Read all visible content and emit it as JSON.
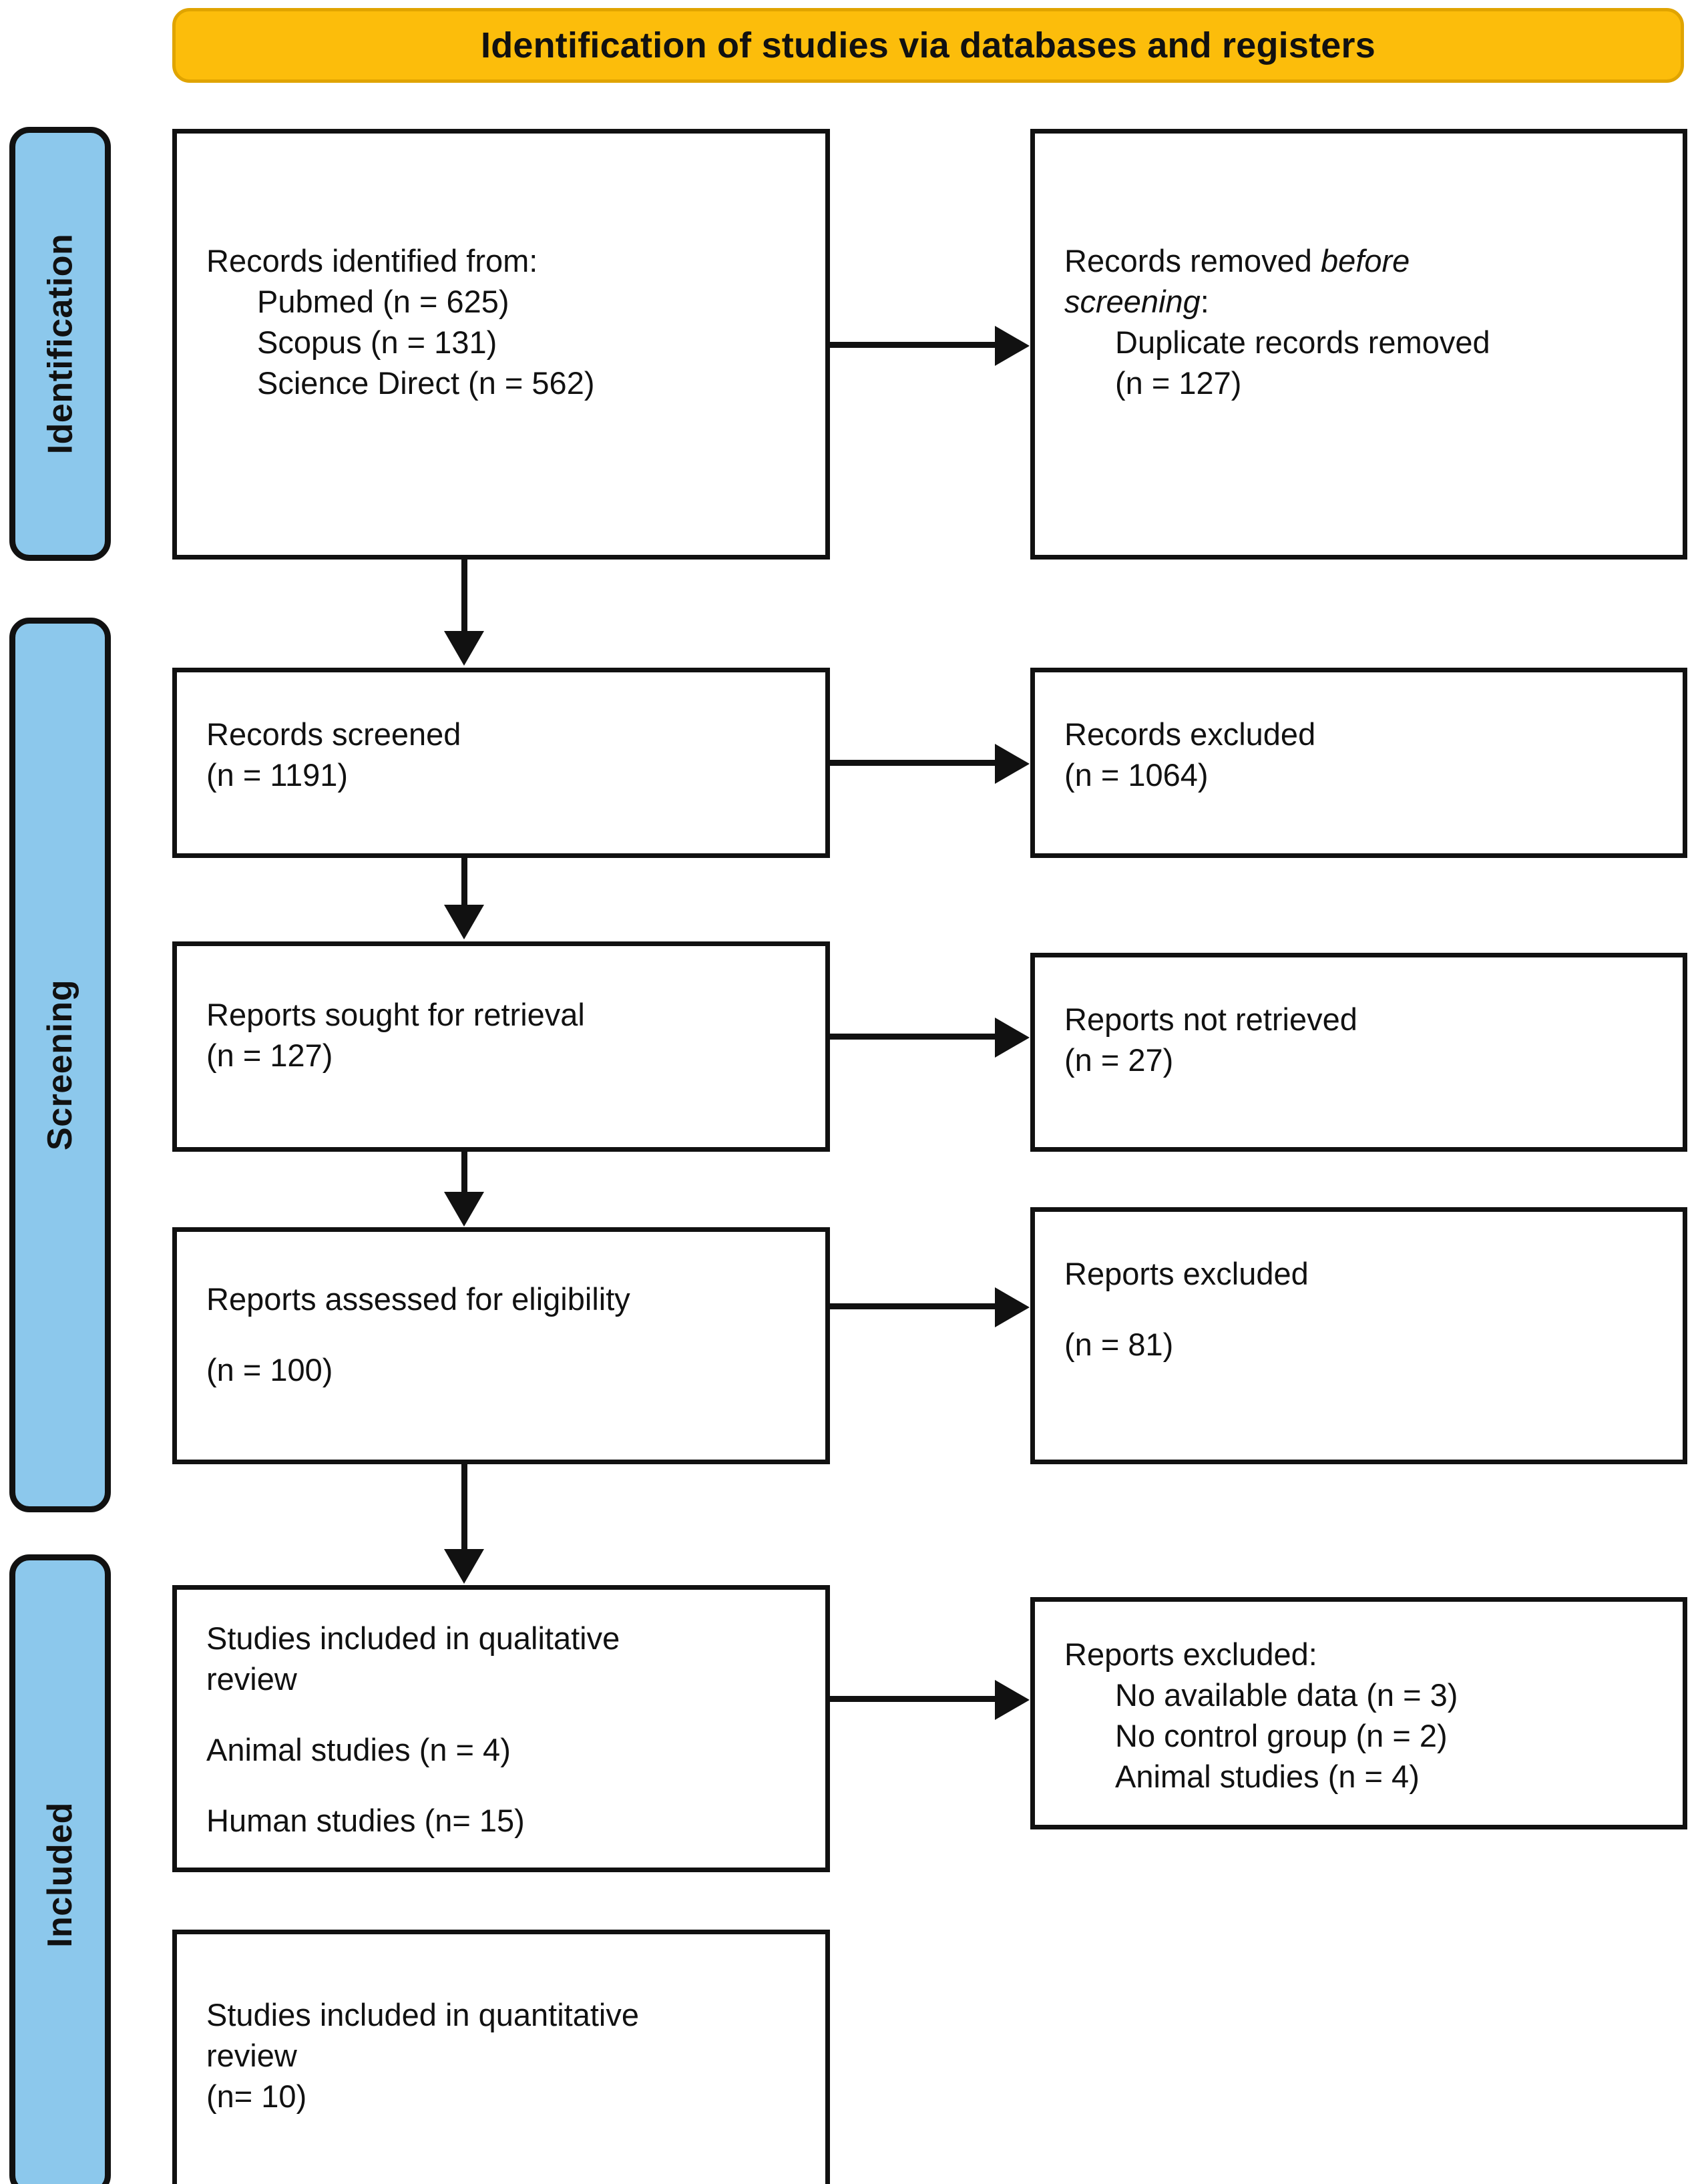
{
  "banner": {
    "title": "Identification of studies via databases and registers",
    "fill_color": "#fcbd0b"
  },
  "stages": {
    "fill_color": "#8cc8ec",
    "items": [
      {
        "id": "identification",
        "label": "Identification"
      },
      {
        "id": "screening",
        "label": "Screening"
      },
      {
        "id": "included",
        "label": "Included"
      }
    ]
  },
  "boxes": {
    "identified": {
      "line1": "Records identified from:",
      "line2": "Pubmed (n = 625)",
      "line3": "Scopus (n = 131)",
      "line4": "Science Direct (n = 562)"
    },
    "removed": {
      "line1_a": "Records removed ",
      "line1_b": "before",
      "line2_b": "screening",
      "line2_c": ":",
      "line3": "Duplicate records removed",
      "line4": "(n = 127)"
    },
    "screened": {
      "line1": "Records screened",
      "line2": "(n = 1191)"
    },
    "excluded_records": {
      "line1": "Records excluded",
      "line2": "(n = 1064)"
    },
    "sought": {
      "line1": "Reports sought for retrieval",
      "line2": "(n = 127)"
    },
    "not_retrieved": {
      "line1": "Reports not retrieved",
      "line2": "(n = 27)"
    },
    "assessed": {
      "line1": "Reports assessed for eligibility",
      "line2": "(n = 100)"
    },
    "excluded_reports": {
      "line1": "Reports excluded",
      "line2": "(n = 81)"
    },
    "qualitative": {
      "line1": "Studies included in qualitative",
      "line2": "review",
      "line3": "Animal studies (n = 4)",
      "line4": "Human studies (n= 15)"
    },
    "excluded_final": {
      "line1": "Reports excluded:",
      "line2": "No available data (n = 3)",
      "line3": "No control group (n = 2)",
      "line4": "Animal studies (n = 4)"
    },
    "quantitative": {
      "line1": "Studies included in quantitative",
      "line2": "review",
      "line3": "(n= 10)"
    }
  }
}
